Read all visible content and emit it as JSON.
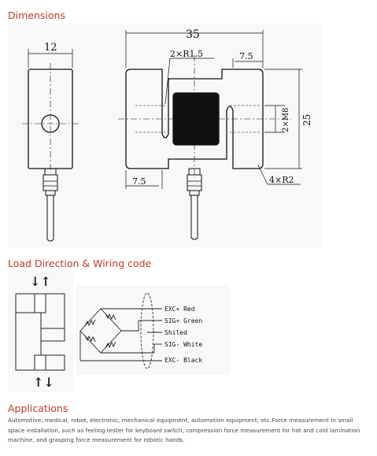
{
  "sections": {
    "dimensions": "Dimensions",
    "load": "Load Direction & Wiring code",
    "applications": "Applications"
  },
  "dimension_drawing": {
    "width_left": "12",
    "width_total": "35",
    "radius_top": "2×R1.5",
    "gap_top": "7.5",
    "gap_bottom": "7.5",
    "thread": "2×M8",
    "height": "25",
    "corner_radius": "4×R2"
  },
  "load_direction": {
    "top_arrows": "↓↑",
    "bottom_arrows": "↑↓"
  },
  "wiring": [
    {
      "label": "EXC+ Red"
    },
    {
      "label": "SIG+ Green"
    },
    {
      "label": "Shiled"
    },
    {
      "label": "SIG- White"
    },
    {
      "label": "EXC- Black"
    }
  ],
  "applications_text": "Automotive, medical, robot, electronic, mechanical equipment, automation equipment, etc.Force measurement in small space installation, such as feeling tester for keyboard switch, compression force measurement for hot and cold lamination machine, and grasping force measurement for robotic hands.",
  "colors": {
    "heading": "#c0392b",
    "drawing_bg": "#f7f8fa"
  }
}
